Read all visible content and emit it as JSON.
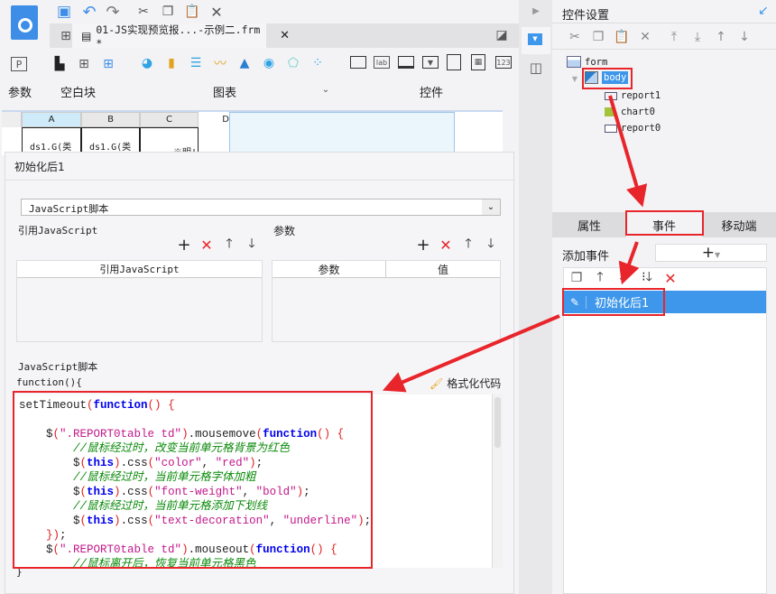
{
  "toolbar": {
    "file_tab": "01-JS实现预览报...-示例二.frm *",
    "groups": [
      "参数",
      "空白块",
      "图表",
      "控件"
    ],
    "param_icon": "P",
    "widget_icons": [
      "lab",
      "123"
    ]
  },
  "grid": {
    "columns": [
      "A",
      "B",
      "C",
      "D"
    ],
    "cells": [
      "ds1.G(类别",
      "ds1.G(类别",
      "※明!"
    ]
  },
  "dialog": {
    "title": "初始化后1",
    "script_type": "JavaScript脚本",
    "ref_js_label": "引用JavaScript",
    "params_label": "参数",
    "ref_js_header": "引用JavaScript",
    "param_headers": [
      "参数",
      "值"
    ],
    "script_label": "JavaScript脚本",
    "function_open": "function(){",
    "format_button": "格式化代码",
    "function_close": "}"
  },
  "code_lines": [
    [
      [
        "setTimeout",
        ""
      ],
      [
        "(",
        "pn"
      ],
      [
        "function",
        "kw"
      ],
      [
        "()",
        "pn"
      ],
      [
        " ",
        ""
      ],
      [
        "{",
        "pn"
      ]
    ],
    [],
    [
      [
        "    $",
        ""
      ],
      [
        "(",
        "pn"
      ],
      [
        "\".REPORT0table td\"",
        "st"
      ],
      [
        ")",
        "pn"
      ],
      [
        ".mousemove",
        ""
      ],
      [
        "(",
        "pn"
      ],
      [
        "function",
        "kw"
      ],
      [
        "()",
        "pn"
      ],
      [
        " ",
        ""
      ],
      [
        "{",
        "pn"
      ]
    ],
    [
      [
        "        //鼠标经过时，改变当前单元格背景为红色",
        "cm"
      ]
    ],
    [
      [
        "        $",
        ""
      ],
      [
        "(",
        "pn"
      ],
      [
        "this",
        "kw"
      ],
      [
        ")",
        "pn"
      ],
      [
        ".css",
        ""
      ],
      [
        "(",
        "pn"
      ],
      [
        "\"color\"",
        "st"
      ],
      [
        ", ",
        ""
      ],
      [
        "\"red\"",
        "st"
      ],
      [
        ")",
        "pn"
      ],
      [
        ";",
        ""
      ]
    ],
    [
      [
        "        //鼠标经过时，当前单元格字体加粗",
        "cm"
      ]
    ],
    [
      [
        "        $",
        ""
      ],
      [
        "(",
        "pn"
      ],
      [
        "this",
        "kw"
      ],
      [
        ")",
        "pn"
      ],
      [
        ".css",
        ""
      ],
      [
        "(",
        "pn"
      ],
      [
        "\"font-weight\"",
        "st"
      ],
      [
        ", ",
        ""
      ],
      [
        "\"bold\"",
        "st"
      ],
      [
        ")",
        "pn"
      ],
      [
        ";",
        ""
      ]
    ],
    [
      [
        "        //鼠标经过时，当前单元格添加下划线",
        "cm"
      ]
    ],
    [
      [
        "        $",
        ""
      ],
      [
        "(",
        "pn"
      ],
      [
        "this",
        "kw"
      ],
      [
        ")",
        "pn"
      ],
      [
        ".css",
        ""
      ],
      [
        "(",
        "pn"
      ],
      [
        "\"text-decoration\"",
        "st"
      ],
      [
        ", ",
        ""
      ],
      [
        "\"underline\"",
        "st"
      ],
      [
        ")",
        "pn"
      ],
      [
        ";",
        ""
      ]
    ],
    [
      [
        "    })",
        "pn"
      ],
      [
        ";",
        ""
      ]
    ],
    [
      [
        "    $",
        ""
      ],
      [
        "(",
        "pn"
      ],
      [
        "\".REPORT0table td\"",
        "st"
      ],
      [
        ")",
        "pn"
      ],
      [
        ".mouseout",
        ""
      ],
      [
        "(",
        "pn"
      ],
      [
        "function",
        "kw"
      ],
      [
        "()",
        "pn"
      ],
      [
        " ",
        ""
      ],
      [
        "{",
        "pn"
      ]
    ],
    [
      [
        "        //鼠标离开后，恢复当前单元格黑色",
        "cm"
      ]
    ]
  ],
  "right_panel": {
    "title": "控件设置",
    "tree": {
      "root": "form",
      "body": "body",
      "children": [
        "report1",
        "chart0",
        "report0"
      ]
    },
    "tabs": [
      "属性",
      "事件",
      "移动端"
    ],
    "add_event_label": "添加事件",
    "events": [
      "初始化后1"
    ]
  },
  "colors": {
    "accent": "#3e97ea",
    "highlight": "#e8252b"
  }
}
